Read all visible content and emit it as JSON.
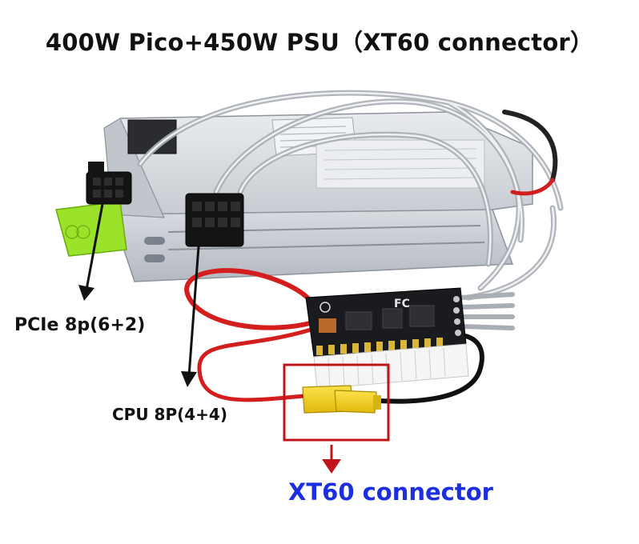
{
  "title": "400W Pico+450W PSU（XT60 connector）",
  "labels": {
    "pcie": "PCIe 8p(6+2)",
    "cpu": "CPU 8P(4+4)",
    "xt60": "XT60 connector"
  },
  "board_marking": "FC",
  "colors": {
    "xt60_label": "#1b2fe0",
    "highlight_box": "#c0141b",
    "arrow_xt60": "#c0141b",
    "arrow_black": "#111111",
    "connector_yellow": "#f4d21a",
    "psu_green_tab": "#9be22a",
    "wire_red": "#d41e1e"
  }
}
